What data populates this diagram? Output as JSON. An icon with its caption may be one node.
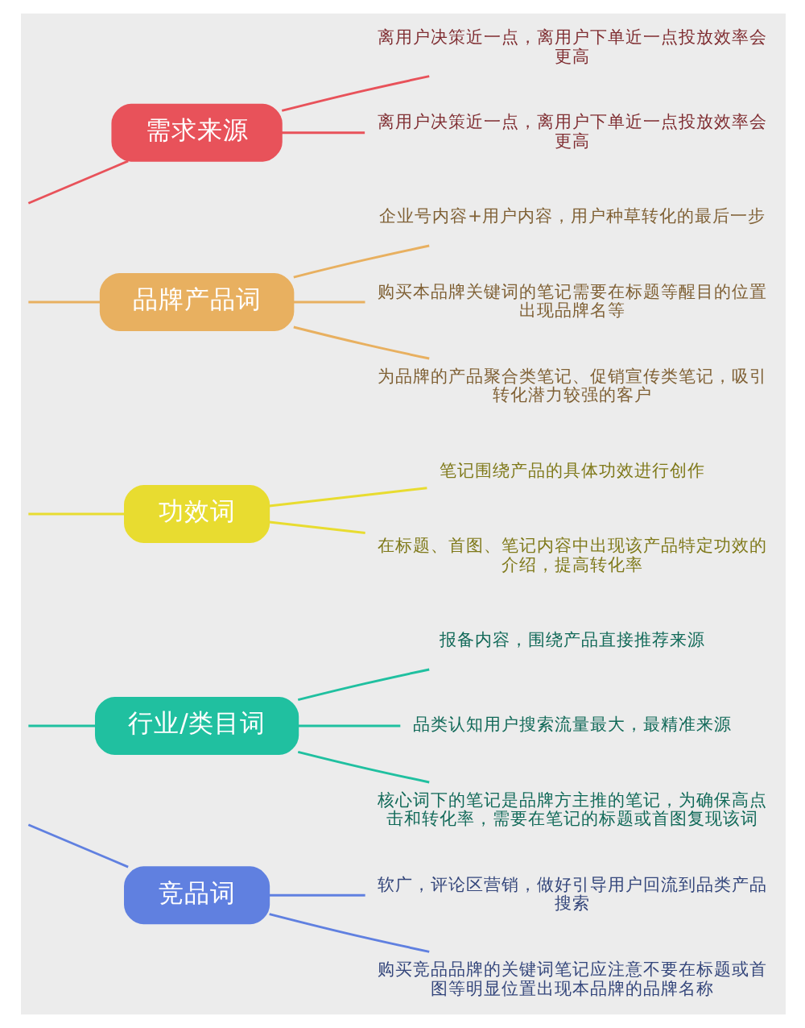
{
  "diagram": {
    "nodes": [
      {
        "text": [
          "需求来源"
        ]
      },
      {
        "text": [
          "离用户决策近一点，离用户下单近一点投放效率会更高"
        ]
      },
      {
        "text": [
          "离用户决策近一点，离用户下单近一点投放效率会更高"
        ]
      },
      {
        "text": [
          "品牌产品词"
        ]
      },
      {
        "text": [
          "企业号内容+用户内容，用户种草转化的最后一步"
        ]
      },
      {
        "text": [
          "购买本品牌关键词的笔记需要在标题等醒目的位置出现品牌名等"
        ]
      },
      {
        "text": [
          "为品牌的产品聚合类笔记、促销宣传类笔记，吸引转化潜力较强的客户"
        ]
      },
      {
        "text": [
          "功效词"
        ]
      },
      {
        "text": [
          "笔记围绕产品的具体功效进行创作"
        ]
      },
      {
        "text": [
          "在标题、首图、笔记内容中出现该产品特定功效的介绍，提高转化率"
        ]
      },
      {
        "text": [
          "行业/类目词"
        ]
      },
      {
        "text": [
          "报备内容，围绕产品直接推荐来源"
        ]
      },
      {
        "text": [
          "品类认知用户搜索流量最大，最精准来源"
        ]
      },
      {
        "text": [
          "核心词下的笔记是品牌方主推的笔记，为确保高点击和转化率，需要在笔记的标题或首图复现该词"
        ]
      },
      {
        "text": [
          "竞品词"
        ]
      },
      {
        "text": [
          "软广，评论区营销，做好引导用户回流到品类产品搜索"
        ]
      },
      {
        "text": [
          "购买竞品品牌的关键词笔记应注意不要在标题或首图等明显位置出现本品牌的品牌名称"
        ]
      }
    ],
    "edges": [
      {
        "from": null,
        "to": 0,
        "arrow": "none",
        "color": "#e8525a"
      },
      {
        "from": 0,
        "to": 1,
        "arrow": "none",
        "color": "#e8525a"
      },
      {
        "from": 0,
        "to": 2,
        "arrow": "none",
        "color": "#e8525a"
      },
      {
        "from": null,
        "to": 3,
        "arrow": "none",
        "color": "#e8b060"
      },
      {
        "from": 3,
        "to": 4,
        "arrow": "none",
        "color": "#e8b060"
      },
      {
        "from": 3,
        "to": 5,
        "arrow": "none",
        "color": "#e8b060"
      },
      {
        "from": 3,
        "to": 6,
        "arrow": "none",
        "color": "#e8b060"
      },
      {
        "from": null,
        "to": 7,
        "arrow": "none",
        "color": "#e8dc30"
      },
      {
        "from": 7,
        "to": 8,
        "arrow": "none",
        "color": "#e8dc30"
      },
      {
        "from": 7,
        "to": 9,
        "arrow": "none",
        "color": "#e8dc30"
      },
      {
        "from": null,
        "to": 10,
        "arrow": "none",
        "color": "#20c0a0"
      },
      {
        "from": 10,
        "to": 11,
        "arrow": "none",
        "color": "#20c0a0"
      },
      {
        "from": 10,
        "to": 12,
        "arrow": "none",
        "color": "#20c0a0"
      },
      {
        "from": 10,
        "to": 13,
        "arrow": "none",
        "color": "#20c0a0"
      },
      {
        "from": null,
        "to": 14,
        "arrow": "none",
        "color": "#6080e0"
      },
      {
        "from": 14,
        "to": 15,
        "arrow": "none",
        "color": "#6080e0"
      },
      {
        "from": 14,
        "to": 16,
        "arrow": "none",
        "color": "#6080e0"
      }
    ]
  }
}
